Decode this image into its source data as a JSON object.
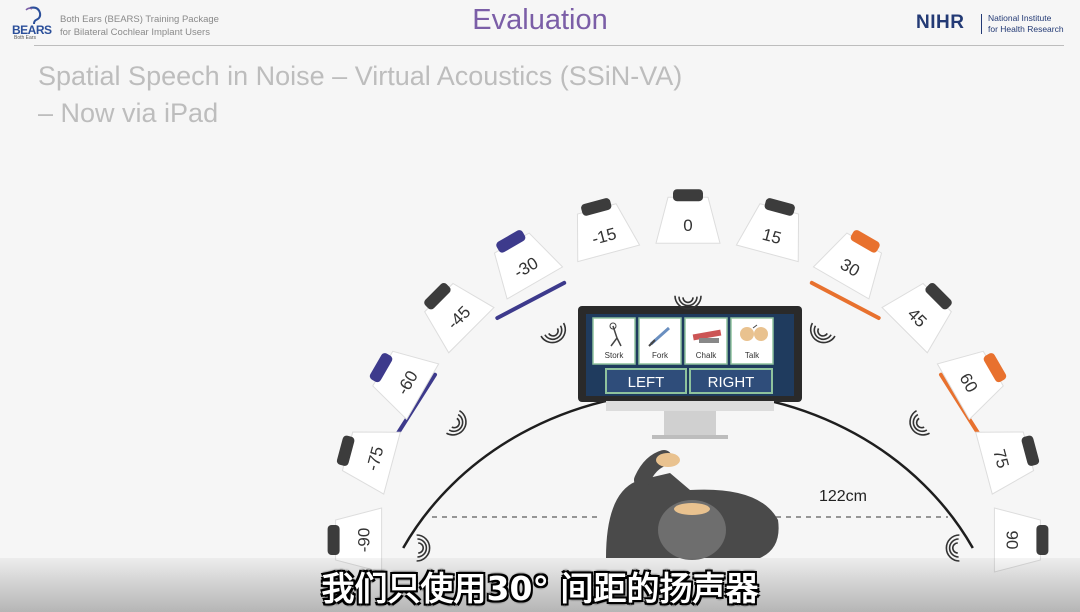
{
  "header": {
    "logo_text": "BEA",
    "logo_text_b": "S",
    "logo_sub": "Both Ears",
    "package_line1": "Both Ears (BEARS) Training Package",
    "package_line2": "for Bilateral Cochlear Implant Users",
    "title": "Evaluation",
    "funder": "NIHR",
    "funder_line1": "National Institute",
    "funder_line2": "for Health Research"
  },
  "subtitle_line1": "Spatial Speech in Noise – Virtual Acoustics (SSiN-VA)",
  "subtitle_line2": "– Now via iPad",
  "monitor": {
    "cards": [
      {
        "label": "Stork",
        "icon": "stork-icon"
      },
      {
        "label": "Fork",
        "icon": "fork-icon"
      },
      {
        "label": "Chalk",
        "icon": "chalk-icon"
      },
      {
        "label": "Talk",
        "icon": "talk-icon"
      }
    ],
    "left_button": "LEFT",
    "right_button": "RIGHT"
  },
  "speakers": [
    {
      "label": "-90",
      "cap": "dark"
    },
    {
      "label": "-75",
      "cap": "dark"
    },
    {
      "label": "-60",
      "cap": "blue"
    },
    {
      "label": "-45",
      "cap": "dark"
    },
    {
      "label": "-30",
      "cap": "blue"
    },
    {
      "label": "-15",
      "cap": "dark"
    },
    {
      "label": "0",
      "cap": "dark"
    },
    {
      "label": "15",
      "cap": "dark"
    },
    {
      "label": "30",
      "cap": "orange"
    },
    {
      "label": "45",
      "cap": "dark"
    },
    {
      "label": "60",
      "cap": "orange"
    },
    {
      "label": "75",
      "cap": "dark"
    },
    {
      "label": "90",
      "cap": "dark"
    }
  ],
  "distance_label": "122cm",
  "colors": {
    "dark": "#3c3c3c",
    "blue": "#3d3a8c",
    "orange": "#e8712e",
    "title": "#7b5ea7",
    "button": "#2f4d7a"
  },
  "caption": "我们只使用30° 间距的扬声器"
}
